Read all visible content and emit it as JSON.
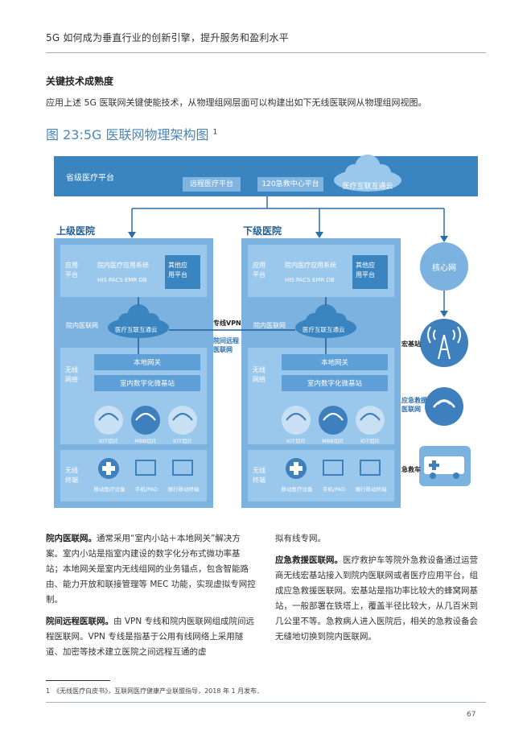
{
  "header": {
    "title": "5G 如何成为垂直行业的创新引擎，提升服务和盈利水平"
  },
  "section": {
    "title": "关键技术成熟度",
    "intro": "应用上述 5G 医联网关键使能技术，从物理组网层面可以构建出如下无线医联网从物理组网视图。"
  },
  "figure": {
    "title": "图 23:5G 医联网物理架构图",
    "footnote_mark": "1",
    "province": {
      "label": "省级医疗平台",
      "pills": [
        "远程医疗平台",
        "120急救中心平台",
        "医疗互联互通云"
      ]
    },
    "upper_hospital": "上级医院",
    "lower_hospital": "下级医院",
    "app_platform": "应用\n平台",
    "app_system": "院内医疗应用系统",
    "app_system_sub": "HIS  PACS  EMR  DB",
    "other_platform": "其他应\n用平台",
    "hospital_net": "院内医联网",
    "cloud": "医疗互联互通云",
    "wireless_net": "无线\n网络",
    "local_gateway": "本地网关",
    "indoor_station": "室内数字化微基站",
    "ap_labels": [
      "IOT切片",
      "MBB切片",
      "IOT切片"
    ],
    "wireless_terminal": "无线\n终端",
    "terminal_labels": [
      "移动医疗设备",
      "手机/PAD",
      "随行移动终端"
    ],
    "vpn": "专线VPN",
    "remote_net": "院间远程\n医联网",
    "core_net": "核心网",
    "macro_station": "宏基站",
    "emergency_net": "应急救援\n医联网",
    "ambulance": "急救车"
  },
  "left_col": {
    "p1_bold": "院内医联网。",
    "p1": "通常采用“室内小站＋本地网关”解决方案。室内小站是指室内建设的数字化分布式微功率基站；本地网关是室内无线组网的业务锚点，包含智能路由、能力开放和联接管理等 MEC 功能，实现虚拟专网控制。",
    "p2_bold": "院间远程医联网。",
    "p2": "由 VPN 专线和院内医联网组成院间远程医联网。VPN 专线是指基于公用有线网络上采用隧道、加密等技术建立医院之间远程互通的虚"
  },
  "right_col": {
    "p0": "拟有线专网。",
    "p1_bold": "应急救援医联网。",
    "p1": "医疗救护车等院外急救设备通过运营商无线宏基站接入到院内医联网或者医疗应用平台，组成应急救援医联网。宏基站是指功率比较大的蜂窝网基站，一般部署在铁塔上，覆盖半径比较大，从几百米到几公里不等。急救病人进入医院后，相关的急救设备会无缝地切换到院内医联网。"
  },
  "footnote": "1　《无线医疗白皮书》，互联网医疗健康产业联盟指导，2018 年 1 月发布．",
  "page_number": "67"
}
